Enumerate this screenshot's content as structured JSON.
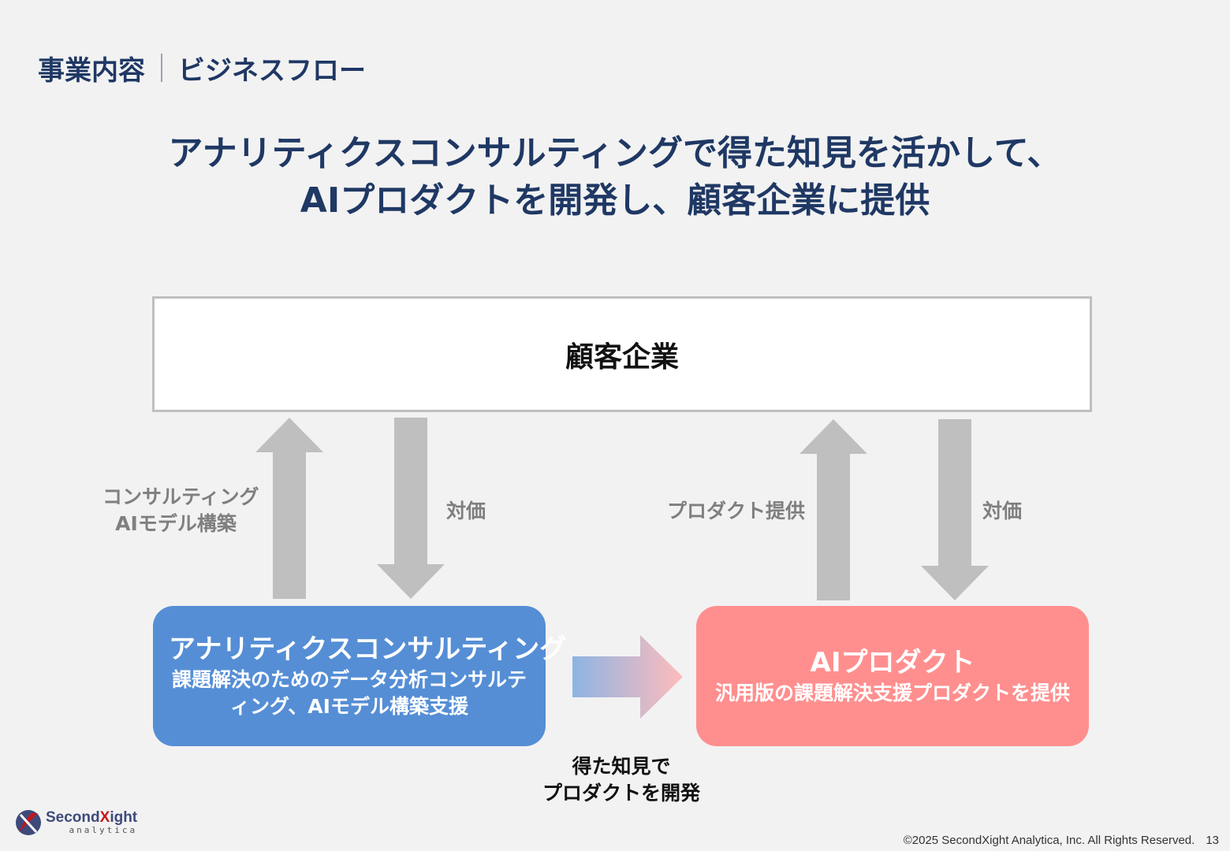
{
  "header": {
    "section": "事業内容",
    "subsection": "ビジネスフロー"
  },
  "headline": {
    "line1": "アナリティクスコンサルティングで得た知見を活かして、",
    "line2": "AIプロダクトを開発し、顧客企業に提供"
  },
  "customer": {
    "label": "顧客企業"
  },
  "flows": {
    "consulting_label_line1": "コンサルティング",
    "consulting_label_line2": "AIモデル構築",
    "payment_left": "対価",
    "product_label": "プロダクト提供",
    "payment_right": "対価"
  },
  "consulting_card": {
    "title": "アナリティクスコンサルティング",
    "desc": "課題解決のためのデータ分析コンサルティング、AIモデル構築支援"
  },
  "product_card": {
    "title": "AIプロダクト",
    "desc": "汎用版の課題解決支援プロダクトを提供"
  },
  "transfer_note": {
    "line1": "得た知見で",
    "line2": "プロダクトを開発"
  },
  "logo": {
    "name_part1": "Second",
    "name_x": "X",
    "name_part2": "ight",
    "sub": "analytica"
  },
  "footer": {
    "copyright": "©2025 SecondXight Analytica, Inc. All Rights Reserved.",
    "page": "13"
  },
  "colors": {
    "navy": "#1f3864",
    "consulting_blue": "#558ed5",
    "product_pink": "#ff8f8f",
    "arrow_gray": "#bfbfbf"
  }
}
